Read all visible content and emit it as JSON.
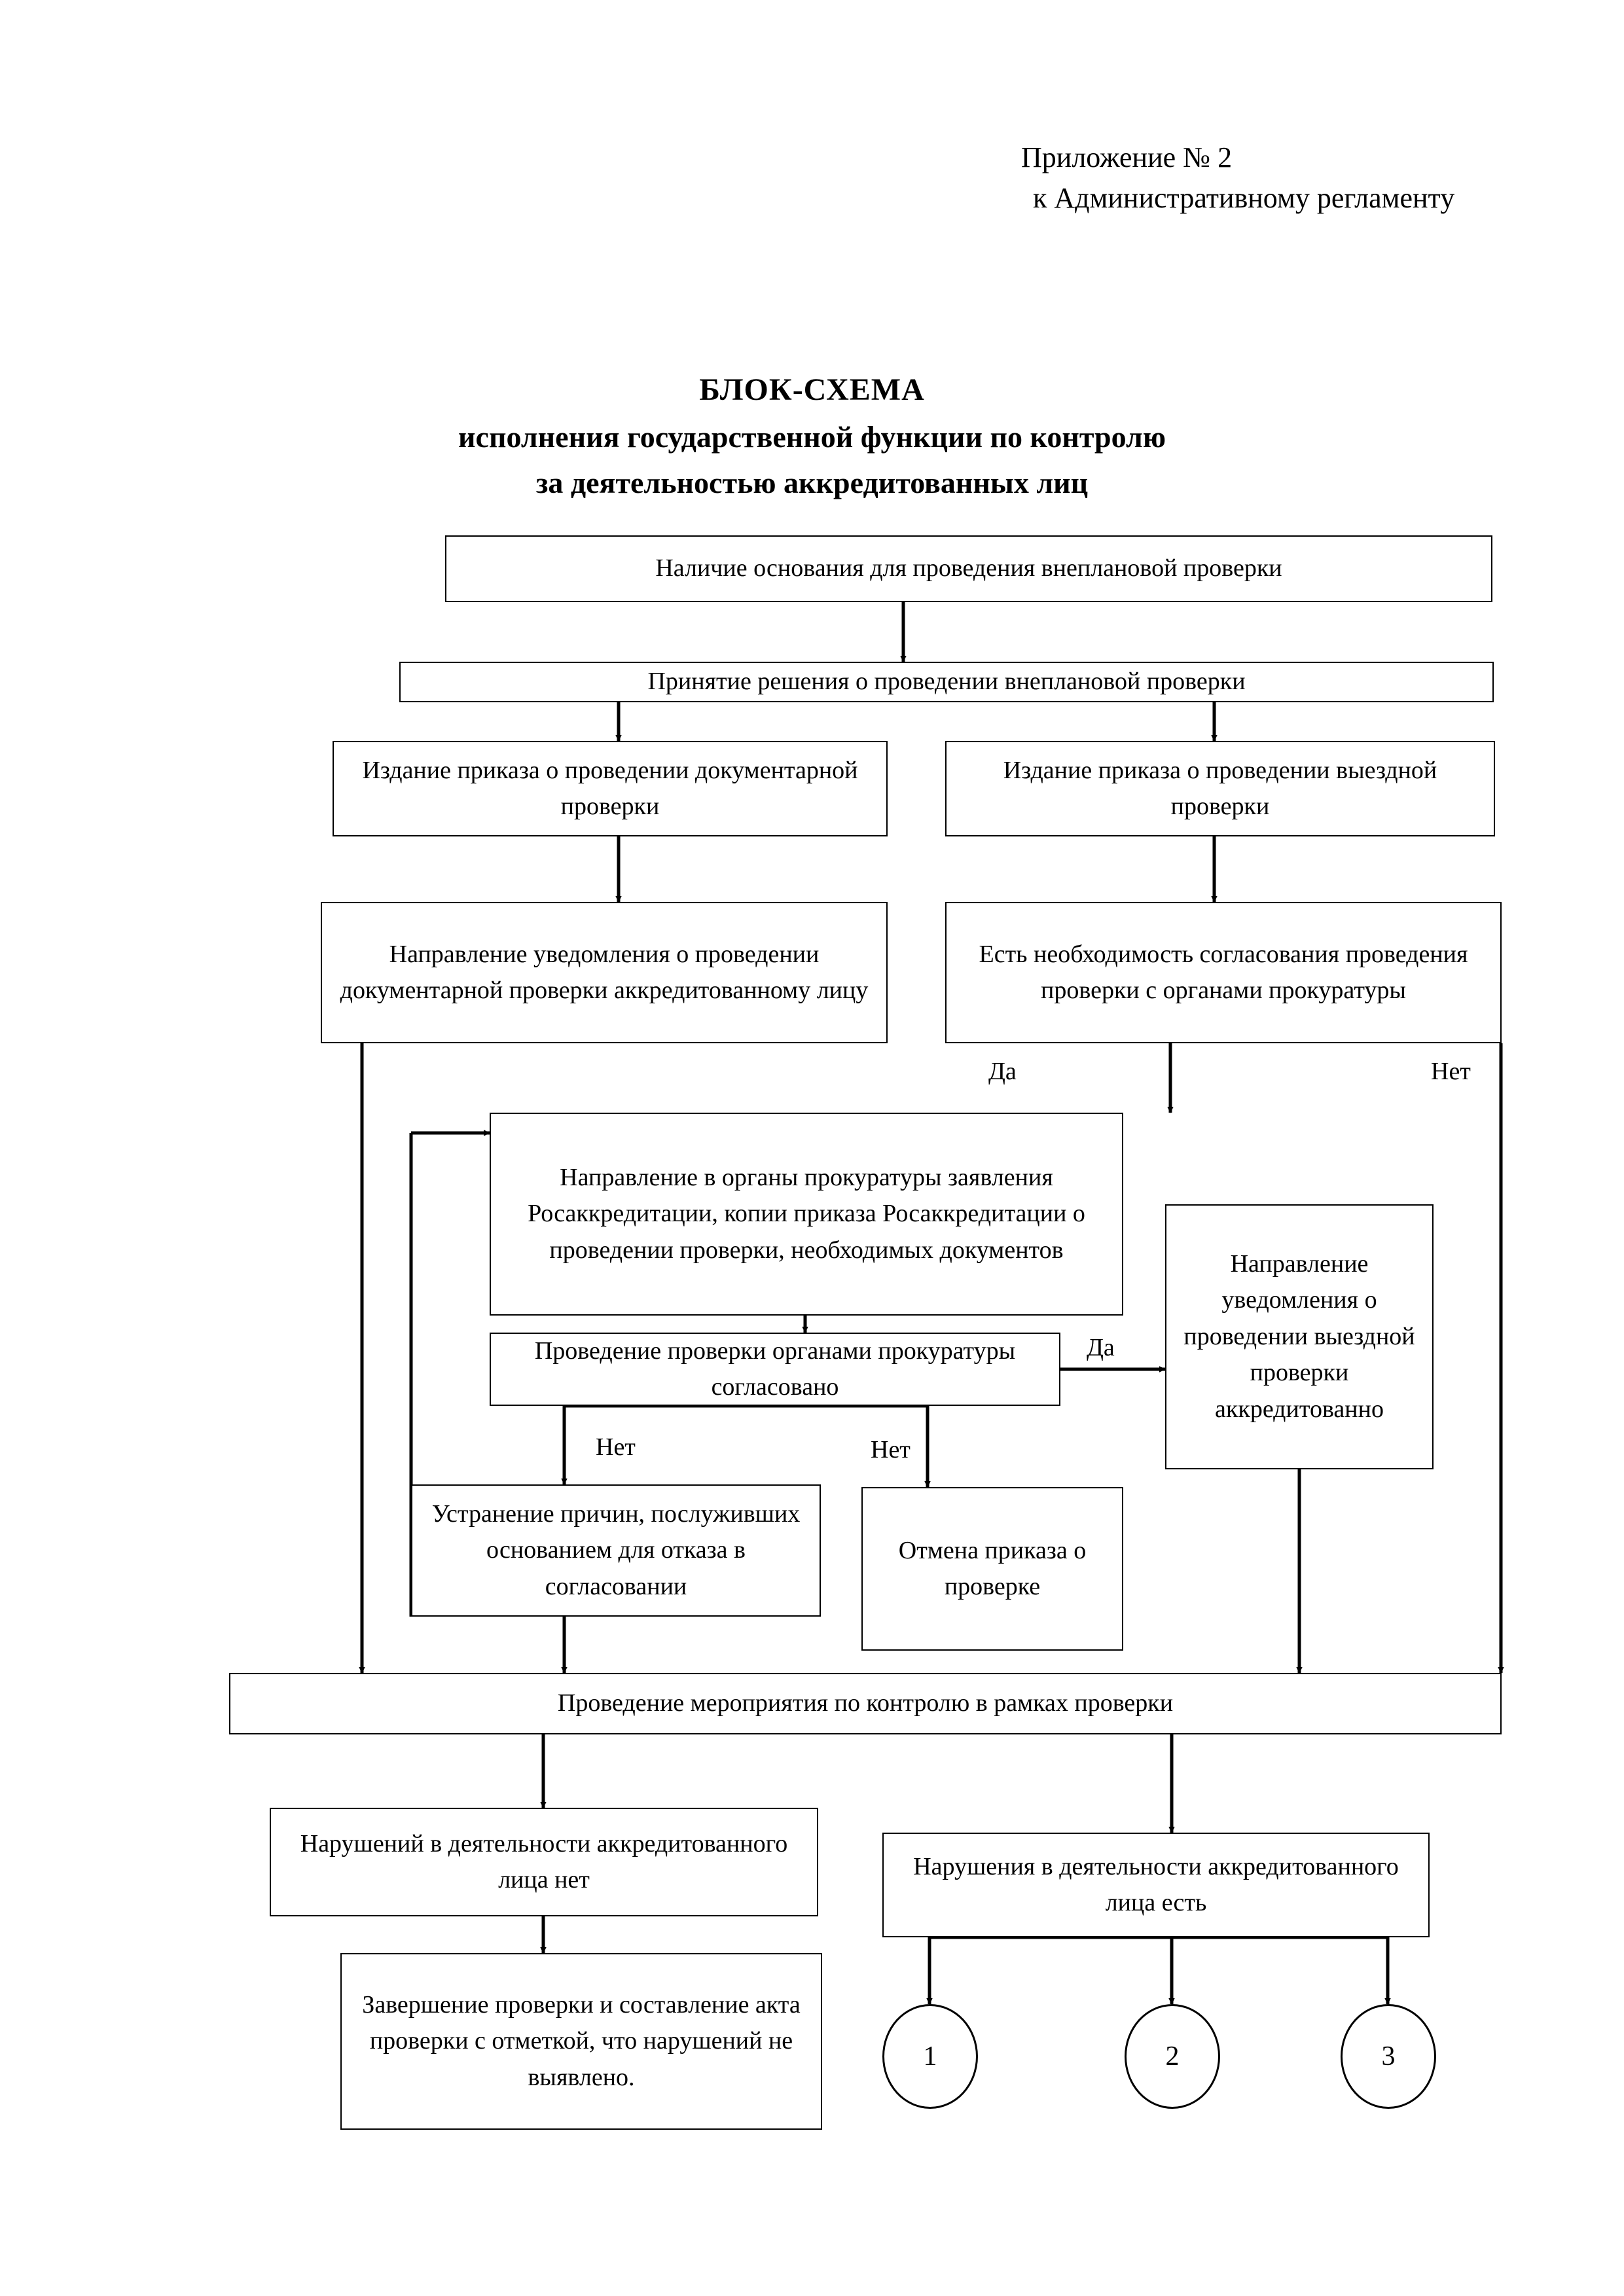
{
  "header": {
    "line1": "Приложение № 2",
    "line2": "к Административному регламенту"
  },
  "title": {
    "main": "БЛОК-СХЕМА",
    "sub1": "исполнения государственной функции по контролю",
    "sub2": "за деятельностью аккредитованных лиц"
  },
  "flowchart": {
    "type": "flowchart",
    "nodes": [
      {
        "id": "n1",
        "shape": "box",
        "text": "Наличие основания для проведения внеплановой проверки"
      },
      {
        "id": "n2",
        "shape": "box",
        "text": "Принятие решения о проведении внеплановой проверки"
      },
      {
        "id": "n3",
        "shape": "box",
        "text": "Издание приказа о проведении документарной проверки"
      },
      {
        "id": "n4",
        "shape": "box",
        "text": "Издание приказа о проведении выездной проверки"
      },
      {
        "id": "n5",
        "shape": "box",
        "text": "Направление уведомления о проведении документарной проверки аккредитованному лицу"
      },
      {
        "id": "n6",
        "shape": "box",
        "text": "Есть необходимость согласования проведения проверки с органами прокуратуры"
      },
      {
        "id": "n7",
        "shape": "box",
        "text": "Направление в органы прокуратуры заявления Росаккредитации, копии приказа Росаккредитации о проведении проверки, необходимых документов"
      },
      {
        "id": "n8",
        "shape": "box",
        "text": "Проведение проверки органами прокуратуры согласовано"
      },
      {
        "id": "n9",
        "shape": "box",
        "text": "Направление уведомления о проведении выездной проверки аккредитованно"
      },
      {
        "id": "n10",
        "shape": "box",
        "text": "Устранение причин, послуживших основанием для отказа в согласовании"
      },
      {
        "id": "n11",
        "shape": "box",
        "text": "Отмена приказа о проверке"
      },
      {
        "id": "n12",
        "shape": "box",
        "text": "Проведение мероприятия по контролю в рамках проверки"
      },
      {
        "id": "n13",
        "shape": "box",
        "text": "Нарушений в деятельности аккредитованного лица нет"
      },
      {
        "id": "n14",
        "shape": "box",
        "text": "Нарушения в деятельности аккредитованного лица есть"
      },
      {
        "id": "n15",
        "shape": "box",
        "text": "Завершение проверки и составление акта проверки с отметкой, что нарушений не выявлено."
      },
      {
        "id": "c1",
        "shape": "circle",
        "text": "1"
      },
      {
        "id": "c2",
        "shape": "circle",
        "text": "2"
      },
      {
        "id": "c3",
        "shape": "circle",
        "text": "3"
      }
    ],
    "edge_labels": {
      "da_prosecutor": "Да",
      "net_prosecutor": "Нет",
      "da_agreed": "Да",
      "net_agreed": "Нет",
      "net_cancel": "Нет"
    }
  }
}
